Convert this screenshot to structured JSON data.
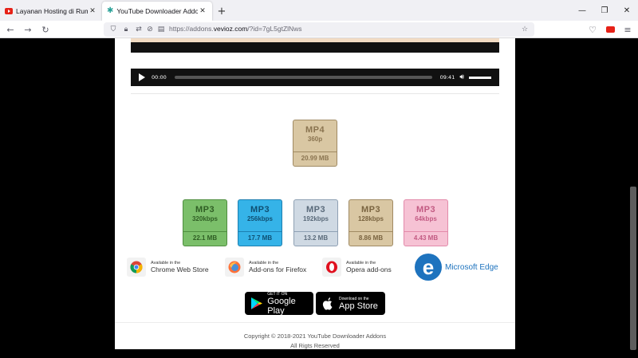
{
  "browser": {
    "tabs": [
      {
        "title": "Layanan Hosting di Rumahweb",
        "icon": "youtube-icon"
      },
      {
        "title": "YouTube Downloader Addons",
        "icon": "puzzle-icon"
      }
    ],
    "url_prefix": "https://addons.",
    "url_domain": "vevioz.com",
    "url_suffix": "/?id=7gL5gtZlNws"
  },
  "player": {
    "current_time": "00:00",
    "duration": "09:41"
  },
  "video_download": {
    "format": "MP4",
    "quality": "360p",
    "size": "20.99 MB"
  },
  "audio_downloads": [
    {
      "format": "MP3",
      "quality": "320kbps",
      "size": "22.1 MB",
      "color": "#7bbf6a"
    },
    {
      "format": "MP3",
      "quality": "256kbps",
      "size": "17.7 MB",
      "color": "#35b3e8"
    },
    {
      "format": "MP3",
      "quality": "192kbps",
      "size": "13.2 MB",
      "color": "#cfd9e3"
    },
    {
      "format": "MP3",
      "quality": "128kbps",
      "size": "8.86 MB",
      "color": "#d9c7a3"
    },
    {
      "format": "MP3",
      "quality": "64kbps",
      "size": "4.43 MB",
      "color": "#f6c2d4"
    }
  ],
  "stores": [
    {
      "small": "Available in the",
      "big": "Chrome Web Store"
    },
    {
      "small": "Available in the",
      "big": "Add-ons for Firefox"
    },
    {
      "small": "Available in the",
      "big": "Opera add-ons"
    }
  ],
  "edge_label": "Microsoft Edge",
  "apps": [
    {
      "small": "GET IT ON",
      "big": "Google Play"
    },
    {
      "small": "Download on the",
      "big": "App Store"
    }
  ],
  "footer": {
    "line1": "Copyright © 2018-2021 YouTube Downloader Addons",
    "line2": "All Rigts Reserved"
  }
}
